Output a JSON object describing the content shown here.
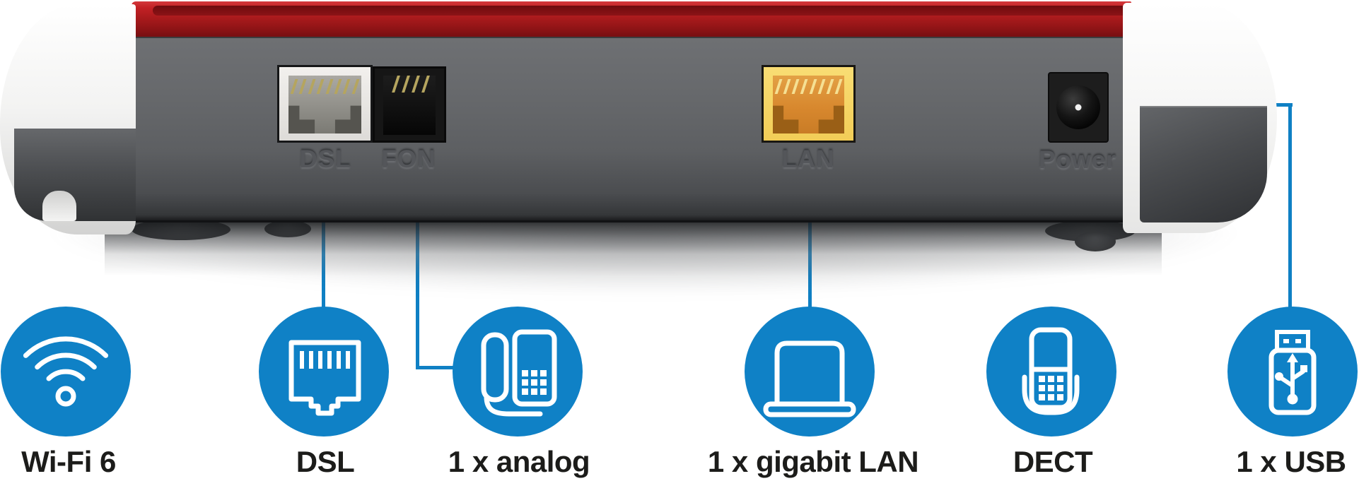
{
  "device": {
    "name": "router-rear-panel",
    "ports": [
      {
        "id": "dsl",
        "label": "DSL"
      },
      {
        "id": "fon",
        "label": "FON"
      },
      {
        "id": "lan",
        "label": "LAN"
      },
      {
        "id": "power",
        "label": "Power"
      }
    ]
  },
  "features": [
    {
      "id": "wifi",
      "label": "Wi-Fi 6",
      "icon": "wifi-icon"
    },
    {
      "id": "dsl",
      "label": "DSL",
      "icon": "ethernet-plug-icon"
    },
    {
      "id": "analog",
      "label": "1 x analog",
      "icon": "desk-phone-icon"
    },
    {
      "id": "lan",
      "label": "1 x gigabit LAN",
      "icon": "laptop-icon"
    },
    {
      "id": "dect",
      "label": "DECT",
      "icon": "cordless-phone-icon"
    },
    {
      "id": "usb",
      "label": "1 x USB",
      "icon": "usb-stick-icon"
    }
  ],
  "colors": {
    "accent_blue": "#0f80c4",
    "router_red": "#a81a1c",
    "router_gray": "#626467",
    "dsl_port_bezel": "#ebe9e6",
    "fon_port": "#141414",
    "lan_port_bezel": "#f7d566",
    "lan_port_inner": "#d8882e",
    "label_black": "#1c1c1a"
  }
}
